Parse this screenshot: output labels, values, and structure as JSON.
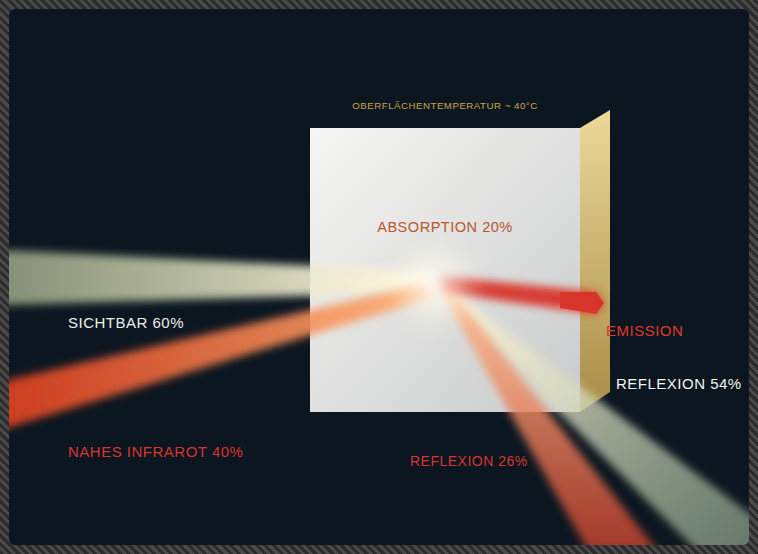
{
  "diagram": {
    "nodes": [
      {
        "text": [
          "OBERFLÄCHENTEMPERATUR ~ 40°C",
          "ABSORPTION 20%"
        ]
      }
    ],
    "labels": [
      "SICHTBAR 60%",
      "NAHES INFRAROT 40%",
      "EMISSION",
      "REFLEXION 54%",
      "REFLEXION 26%"
    ]
  }
}
